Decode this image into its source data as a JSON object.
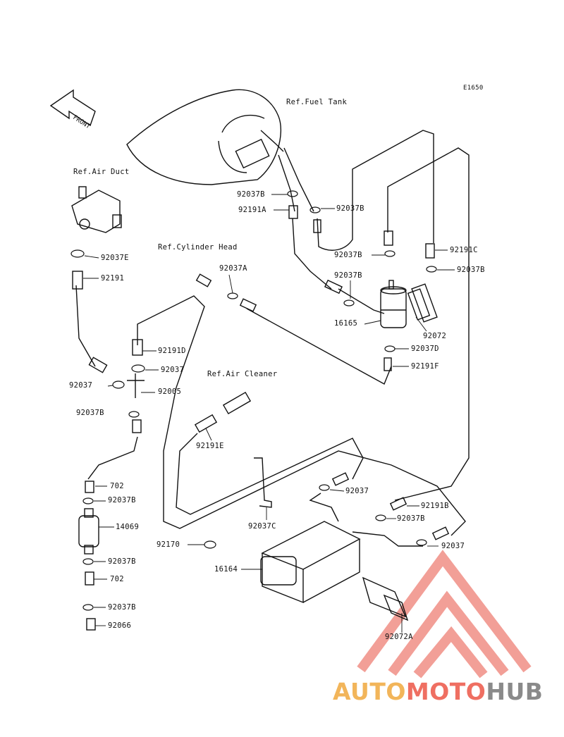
{
  "diagram": {
    "code": "E1650",
    "front_label": "FRONT",
    "refs": {
      "fuel_tank": "Ref.Fuel Tank",
      "air_duct": "Ref.Air Duct",
      "cylinder_head": "Ref.Cylinder Head",
      "air_cleaner": "Ref.Air Cleaner"
    },
    "parts": {
      "p92037B_a": "92037B",
      "p92191A": "92191A",
      "p92037B_b": "92037B",
      "p92037E": "92037E",
      "p92191": "92191",
      "p92037A": "92037A",
      "p92191C": "92191C",
      "p92037B_c": "92037B",
      "p92037B_d": "92037B",
      "p92037B_e": "92037B",
      "p16165": "16165",
      "p92072": "92072",
      "p92037D": "92037D",
      "p92191D": "92191D",
      "p92037_a": "92037",
      "p92191F": "92191F",
      "p92037_b": "92037",
      "p92005": "92005",
      "p92037B_f": "92037B",
      "p92191E": "92191E",
      "p702_a": "702",
      "p92037_c": "92037",
      "p92037B_g": "92037B",
      "p92191B": "92191B",
      "p14069": "14069",
      "p92037B_h": "92037B",
      "p92037C": "92037C",
      "p92170": "92170",
      "p92037_d": "92037",
      "p16164": "16164",
      "p702_b": "702",
      "p92037B_i": "92037B",
      "p92066": "92066",
      "p92072A": "92072A"
    }
  },
  "watermark": {
    "part1": "AUTO",
    "part2": "MOTO",
    "part3": "HUB",
    "color_auto": "#f2b55a",
    "color_moto": "#ef6f62",
    "color_hub": "#8a8a8a"
  }
}
